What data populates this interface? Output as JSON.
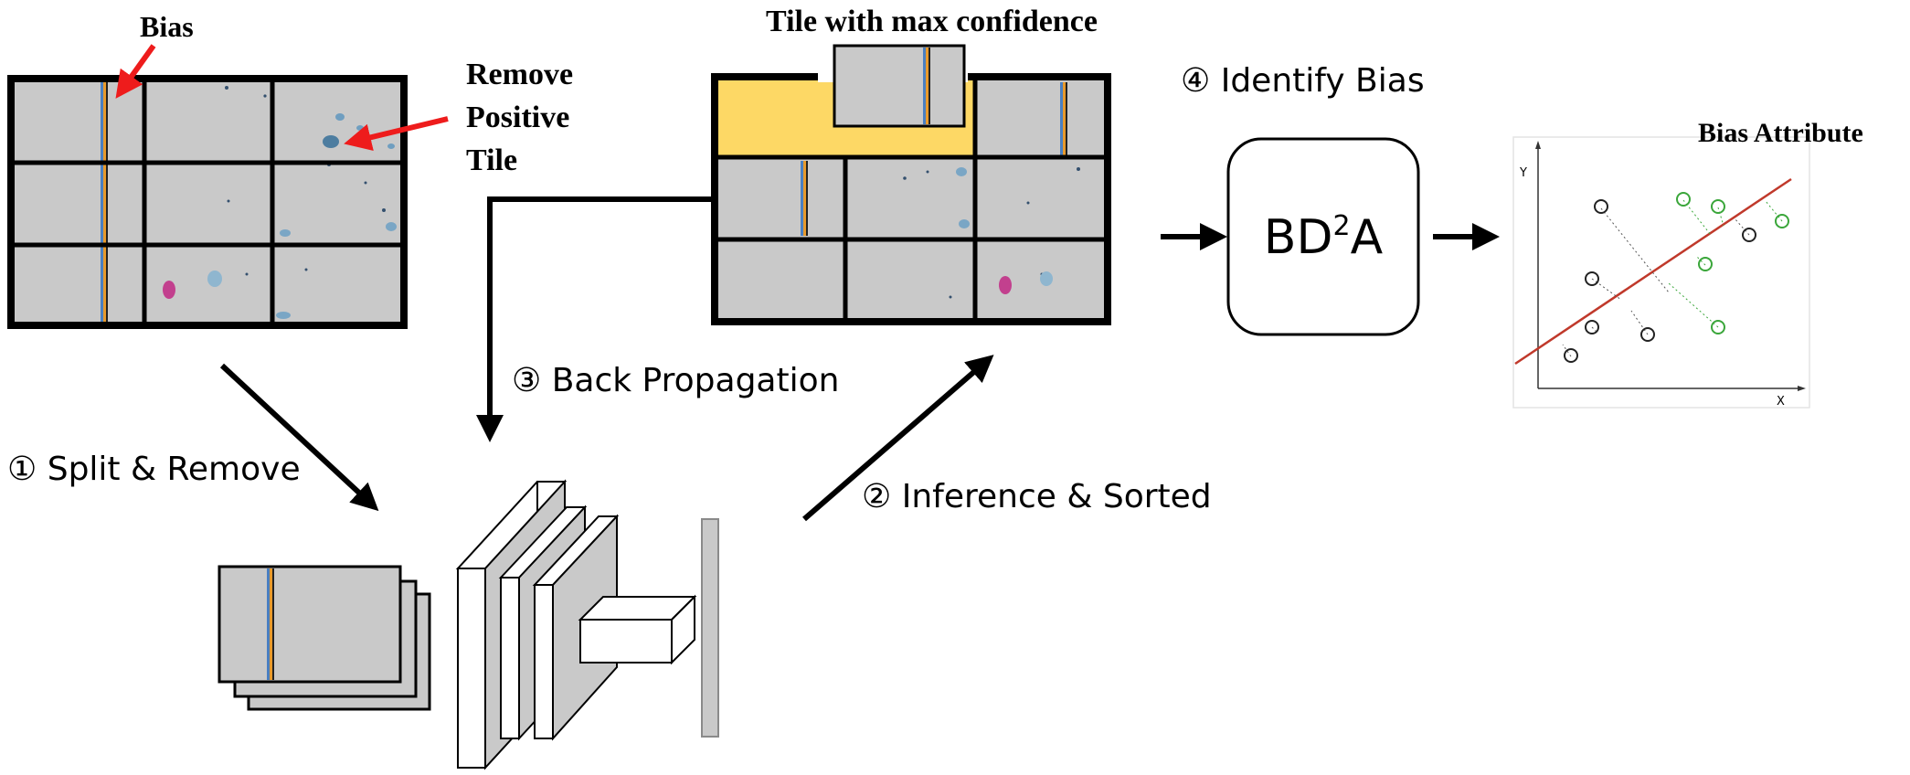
{
  "labels": {
    "bias": "Bias",
    "remove_positive_line1": "Remove",
    "remove_positive_line2": "Positive",
    "remove_positive_line3": "Tile",
    "tile_max_confidence": "Tile with max confidence",
    "step1": "① Split & Remove",
    "step2": "② Inference & Sorted",
    "step3": "③ Back Propagation",
    "step4": "④ Identify Bias",
    "bd2a_main": "BD",
    "bd2a_sup": "2",
    "bd2a_tail": "A",
    "bias_attribute": "Bias Attribute",
    "axis_y": "Y",
    "axis_x": "X"
  },
  "colors": {
    "tile_gray": "#c9c9c9",
    "highlight_yellow": "#fdd865",
    "arrow_red": "#ee1c1c",
    "regression_red": "#c0392b",
    "green_points": "#3aa63a",
    "dark_points": "#222222"
  }
}
